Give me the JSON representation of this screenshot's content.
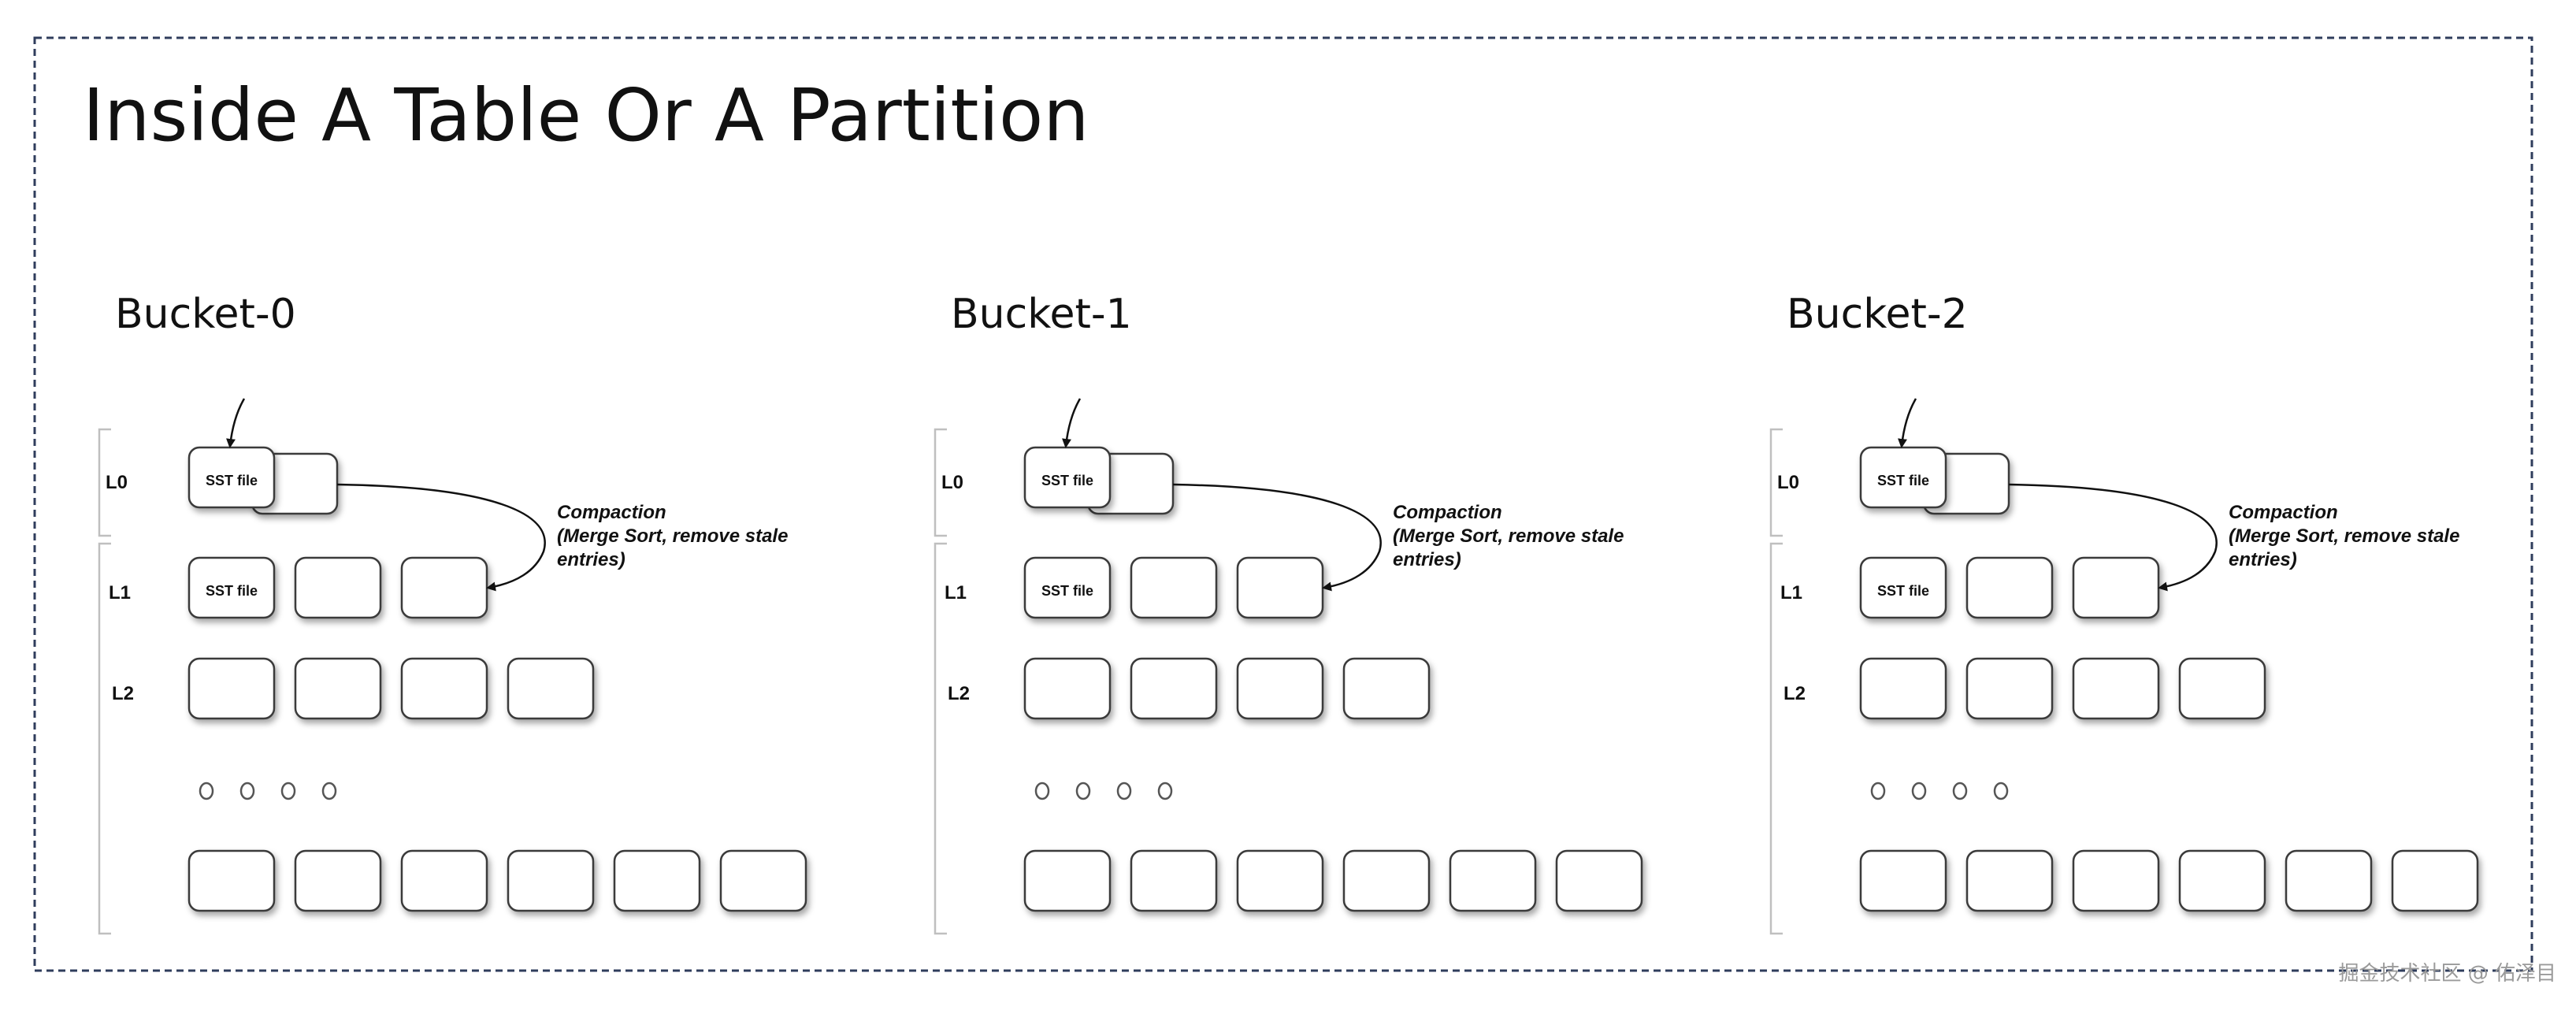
{
  "title": "Inside A Table Or A Partition",
  "levels": [
    "L0",
    "L1",
    "L2"
  ],
  "sst_label": "SST file",
  "compaction": {
    "line1": "Compaction",
    "line2": "(Merge Sort, remove stale",
    "line3": "entries)"
  },
  "buckets": [
    {
      "name": "Bucket-0"
    },
    {
      "name": "Bucket-1"
    },
    {
      "name": "Bucket-2"
    }
  ],
  "level_file_counts": {
    "L0": 2,
    "L1": 3,
    "L2": 4,
    "last": 6
  },
  "ellipsis_dot_count": 4,
  "watermark": "掘金技术社区 @ 佑泽目",
  "colors": {
    "frame_border": "#2f3d5c",
    "box_stroke": "#3a3a3a",
    "bracket": "#bfbfbf",
    "text": "#111111"
  }
}
